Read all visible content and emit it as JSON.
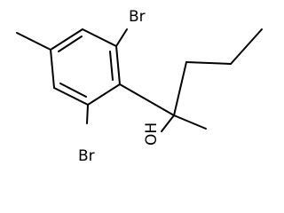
{
  "structure": {
    "labels": {
      "br_top": "Br",
      "br_bottom": "Br",
      "hydroxyl": "OH"
    },
    "colors": {
      "bond": "#000000",
      "text": "#000000",
      "background": "#ffffff"
    }
  }
}
